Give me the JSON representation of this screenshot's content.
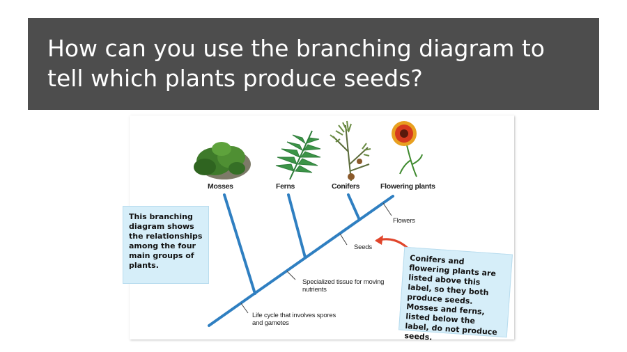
{
  "slide": {
    "title": "How can you use the branching diagram to tell which plants produce seeds?"
  },
  "diagram": {
    "groups": [
      {
        "label": "Mosses",
        "icon": "moss-icon"
      },
      {
        "label": "Ferns",
        "icon": "fern-icon"
      },
      {
        "label": "Conifers",
        "icon": "conifer-icon"
      },
      {
        "label": "Flowering plants",
        "icon": "flower-icon"
      }
    ],
    "traits": [
      {
        "label": "Flowers"
      },
      {
        "label": "Seeds"
      },
      {
        "label": "Specialized tissue for moving nutrients"
      },
      {
        "label": "Life cycle that involves spores and gametes"
      }
    ],
    "callout_left": "This branching diagram shows the relationships among the four main groups of plants.",
    "callout_right": "Conifers and flowering plants are listed above this label, so they both produce seeds. Mosses and ferns, listed below the label, do not produce seeds.",
    "colors": {
      "branch": "#2f7fc1",
      "arrow": "#e0452b",
      "callout_bg": "#d6eef9"
    }
  }
}
